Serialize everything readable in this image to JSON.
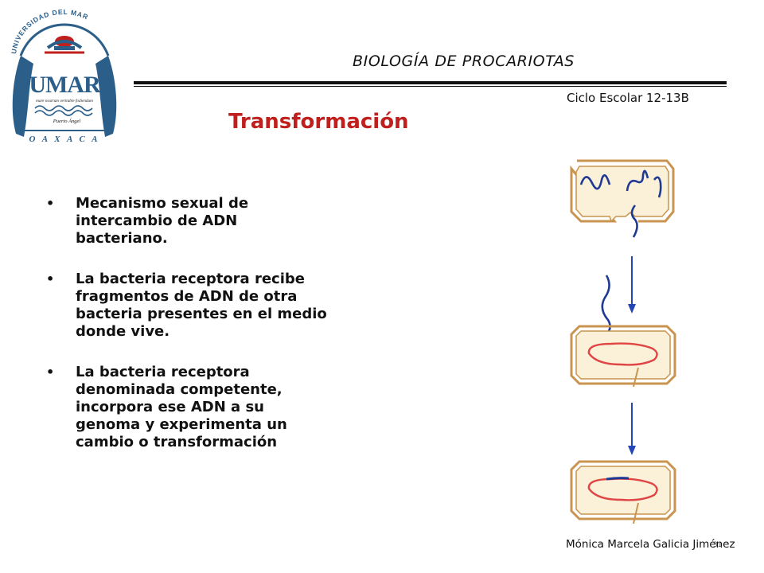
{
  "header": {
    "title": "BIOLOGÍA DE PROCARIOTAS",
    "school_year": "Ciclo Escolar 12-13B"
  },
  "logo": {
    "university": "UNIVERSIDAD DEL MAR",
    "initials": "UMAR",
    "motto": "mare nostrum veritable fodiendum",
    "campus": "Puerto Ángel",
    "state": "O A X A C A",
    "colors": {
      "primary": "#2b5f8a",
      "accent": "#c0201d"
    }
  },
  "slide": {
    "title": "Transformación",
    "bullets": [
      "Mecanismo sexual de intercambio de ADN bacteriano.",
      "La bacteria receptora recibe fragmentos de ADN de otra bacteria presentes en el medio donde vive.",
      "La bacteria receptora denominada competente, incorpora ese ADN a su genoma y experimenta un cambio o transformación"
    ]
  },
  "diagram": {
    "colors": {
      "cell_outline": "#c9944f",
      "cell_fill": "#fbf0d8",
      "donor_dna": "#1f3a93",
      "recipient_dna": "#e04545",
      "arrow": "#2546b8"
    }
  },
  "footer": {
    "author": "Mónica Marcela Galicia Jiménez",
    "page_number": "31"
  }
}
